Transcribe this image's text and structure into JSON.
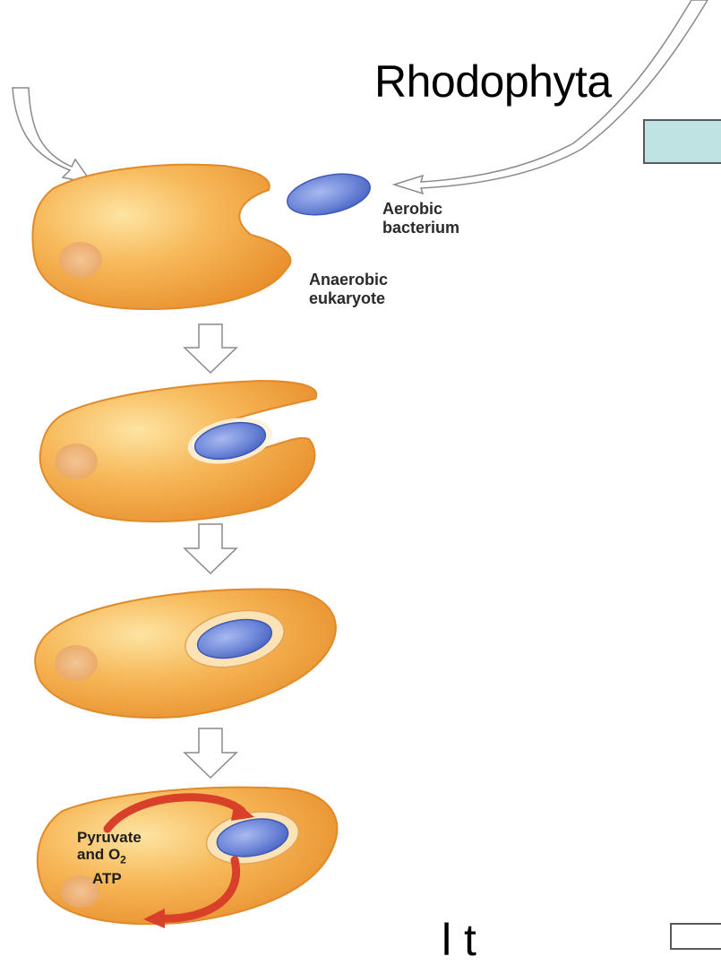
{
  "title": "Rhodophyta",
  "labels": {
    "aerobic_line1": "Aerobic",
    "aerobic_line2": "bacterium",
    "anaerobic_line1": "Anaerobic",
    "anaerobic_line2": "eukaryote",
    "pyruvate_line1": "Pyruvate",
    "pyruvate_line2_prefix": "and O",
    "pyruvate_line2_sub": "2",
    "atp": "ATP"
  },
  "bottom_partial_text": "l    t",
  "colors": {
    "cell_fill": "#f4a94a",
    "cell_highlight": "#fbd57e",
    "cell_edge": "#e08a2a",
    "bacterium_fill": "#6d86d8",
    "bacterium_edge": "#3e58b8",
    "teal_box": "#bfe3e3",
    "cycle_arrow": "#d8402a"
  },
  "icons": [
    "curved-arrow-icon",
    "down-arrow-icon"
  ]
}
